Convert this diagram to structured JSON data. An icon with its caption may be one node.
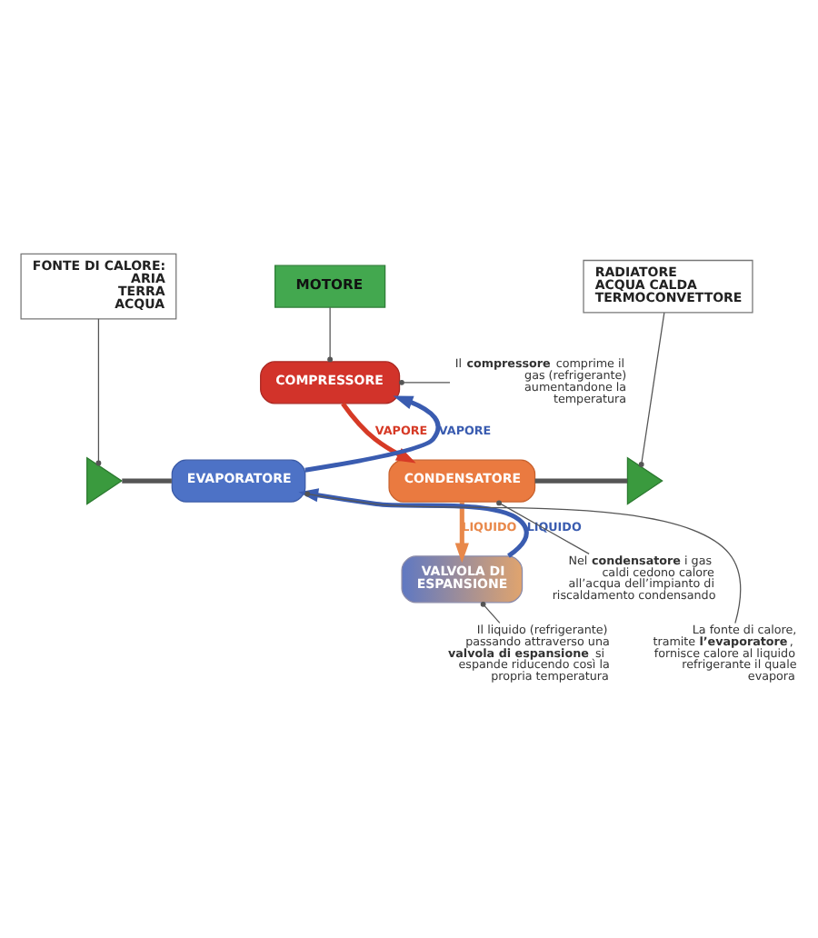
{
  "diagram": {
    "nodes": [
      {
        "text": [
          "FONTE DI CALORE:",
          "ARIA",
          "TERRA",
          "ACQUA"
        ]
      },
      {
        "text": [
          "MOTORE"
        ]
      },
      {
        "text": [
          "RADIATORE",
          "ACQUA CALDA",
          "TERMOCONVETTORE"
        ]
      },
      {
        "text": [
          "COMPRESSORE"
        ]
      },
      {
        "text": [],
        "shape": "triangle"
      },
      {
        "text": [
          "EVAPORATORE"
        ]
      },
      {
        "text": [
          "Il **compressore** comprime il gas (refrigerante) aumentandone la temperatura"
        ]
      },
      {
        "text": [
          "CONDENSATORE"
        ]
      },
      {
        "text": [],
        "shape": "triangle"
      },
      {
        "text": [
          "VALVOLA DI ESPANSIONE"
        ]
      },
      {
        "text": [
          "Nel **condensatore** i gas caldi cedono calore all’acqua dell’impianto di riscaldamento condensando"
        ]
      },
      {
        "text": [
          "La fonte di calore, tramite **l’evaporatore**, fornisce calore al liquido refrigerante il quale evapora"
        ]
      },
      {
        "text": [
          "Il liquido (refrigerante) passando attraverso una **valvola di espansione** si espande riducendo così la propria temperatura"
        ]
      }
    ],
    "edges": [
      {
        "from": 5,
        "to": 3,
        "arrow": "to",
        "label": "VAPORE",
        "style": "thick",
        "color": "#3a5cb0"
      },
      {
        "from": 3,
        "to": 7,
        "arrow": "to",
        "label": "VAPORE",
        "style": "thick",
        "color": "#d63a26"
      },
      {
        "from": 7,
        "to": 9,
        "arrow": "to",
        "label": "LIQUIDO",
        "style": "thick",
        "color": "#e8884a"
      },
      {
        "from": 9,
        "to": 5,
        "arrow": "to",
        "label": "LIQUIDO",
        "style": "thick",
        "color": "#3a5cb0"
      },
      {
        "from": 1,
        "to": 3,
        "arrow": "other"
      },
      {
        "from": 0,
        "to": 4,
        "arrow": "other"
      },
      {
        "from": 2,
        "to": 8,
        "arrow": "other"
      },
      {
        "from": 4,
        "to": 5,
        "arrow": "none",
        "style": "thick"
      },
      {
        "from": 7,
        "to": 8,
        "arrow": "none",
        "style": "thick"
      },
      {
        "from": 6,
        "to": 3,
        "arrow": "other"
      },
      {
        "from": 10,
        "to": 7,
        "arrow": "other"
      },
      {
        "from": 12,
        "to": 9,
        "arrow": "other"
      },
      {
        "from": 11,
        "to": 5,
        "arrow": "other"
      }
    ]
  }
}
